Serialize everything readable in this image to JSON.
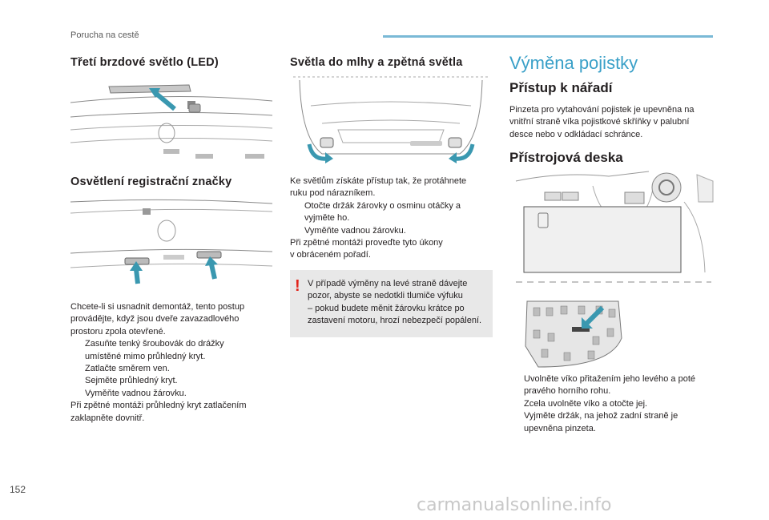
{
  "header": {
    "section": "Porucha na cestě"
  },
  "page_number": "152",
  "col1": {
    "title1": "Třetí brzdové světlo (LED)",
    "title2": "Osvětlení registrační značky",
    "para": [
      "Chcete-li si usnadnit demontáž, tento postup",
      "provádějte, když jsou dveře zavazadlového",
      "prostoru zpola otevřené."
    ],
    "bullets": [
      [
        "Zasuňte tenký šroubovák do drážky",
        "umístěné mimo průhledný kryt."
      ],
      [
        "Zatlačte směrem ven."
      ],
      [
        "Sejměte průhledný kryt."
      ],
      [
        "Vyměňte vadnou žárovku."
      ]
    ],
    "closing": [
      "Při zpětné montáži průhledný kryt zatlačením",
      "zaklapněte dovnitř."
    ]
  },
  "col2": {
    "title": "Světla do mlhy a zpětná světla",
    "para": [
      "Ke světlům získáte přístup tak, že protáhnete",
      "ruku pod nárazníkem."
    ],
    "bullets": [
      [
        "Otočte držák žárovky o osminu otáčky a",
        "vyjměte ho."
      ],
      [
        "Vyměňte vadnou žárovku."
      ]
    ],
    "closing": [
      "Při zpětné montáži proveďte tyto úkony",
      "v obráceném pořadí."
    ],
    "warning_icon": "!",
    "warning": [
      "V případě výměny na levé straně dávejte",
      "pozor, abyste se nedotkli tlumiče výfuku",
      "– pokud budete měnit žárovku krátce po",
      "zastavení motoru, hrozí nebezpečí popálení."
    ]
  },
  "col3": {
    "title_big": "Výměna pojistky",
    "title_sub": "Přístup k nářadí",
    "para": [
      "Pinzeta pro vytahování pojistek je upevněna na",
      "vnitřní straně víka pojistkové skříňky v palubní",
      "desce nebo v odkládací schránce."
    ],
    "title_dash": "Přístrojová deska",
    "bullets": [
      [
        "Uvolněte víko přitažením jeho levého a poté",
        "pravého horního rohu."
      ],
      [
        "Zcela uvolněte víko a otočte jej."
      ],
      [
        "Vyjměte držák, na jehož zadní straně je",
        "upevněna pinzeta."
      ]
    ]
  },
  "bullet_marker": "",
  "watermark": "carmanualsonline.info",
  "colors": {
    "accent": "#3aa0c8",
    "arrow": "#3a98b0",
    "warning": "#e2231a",
    "warn_bg": "#e8e8e8"
  }
}
